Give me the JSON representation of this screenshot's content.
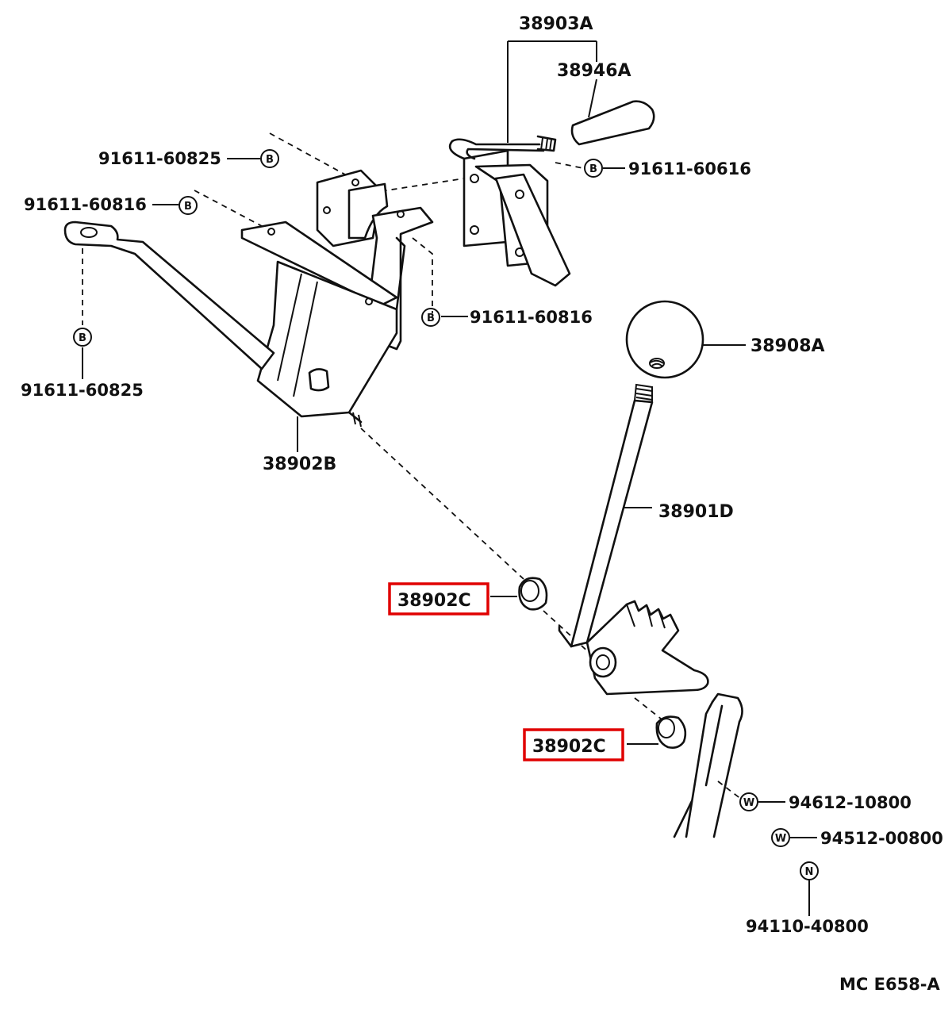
{
  "diagram_ref": "MC E658-A",
  "parts": {
    "p38903A": "38903A",
    "p38946A": "38946A",
    "p38908A": "38908A",
    "p38901D": "38901D",
    "p38902B": "38902B",
    "p38902C_upper": "38902C",
    "p38902C_lower": "38902C"
  },
  "fasteners": {
    "bolt_91611_60825_top": {
      "code": "91611-60825",
      "symbol": "B"
    },
    "bolt_91611_60816_left": {
      "code": "91611-60816",
      "symbol": "B"
    },
    "bolt_91611_60616": {
      "code": "91611-60616",
      "symbol": "B"
    },
    "bolt_91611_60816_right": {
      "code": "91611-60816",
      "symbol": "B"
    },
    "bolt_91611_60825_bottom": {
      "code": "91611-60825",
      "symbol": "B"
    },
    "washer_94612_10800": {
      "code": "94612-10800",
      "symbol": "W"
    },
    "washer_94512_00800": {
      "code": "94512-00800",
      "symbol": "W"
    },
    "nut_94110_40800": {
      "code": "94110-40800",
      "symbol": "N"
    }
  },
  "highlight_color": "#e00000"
}
